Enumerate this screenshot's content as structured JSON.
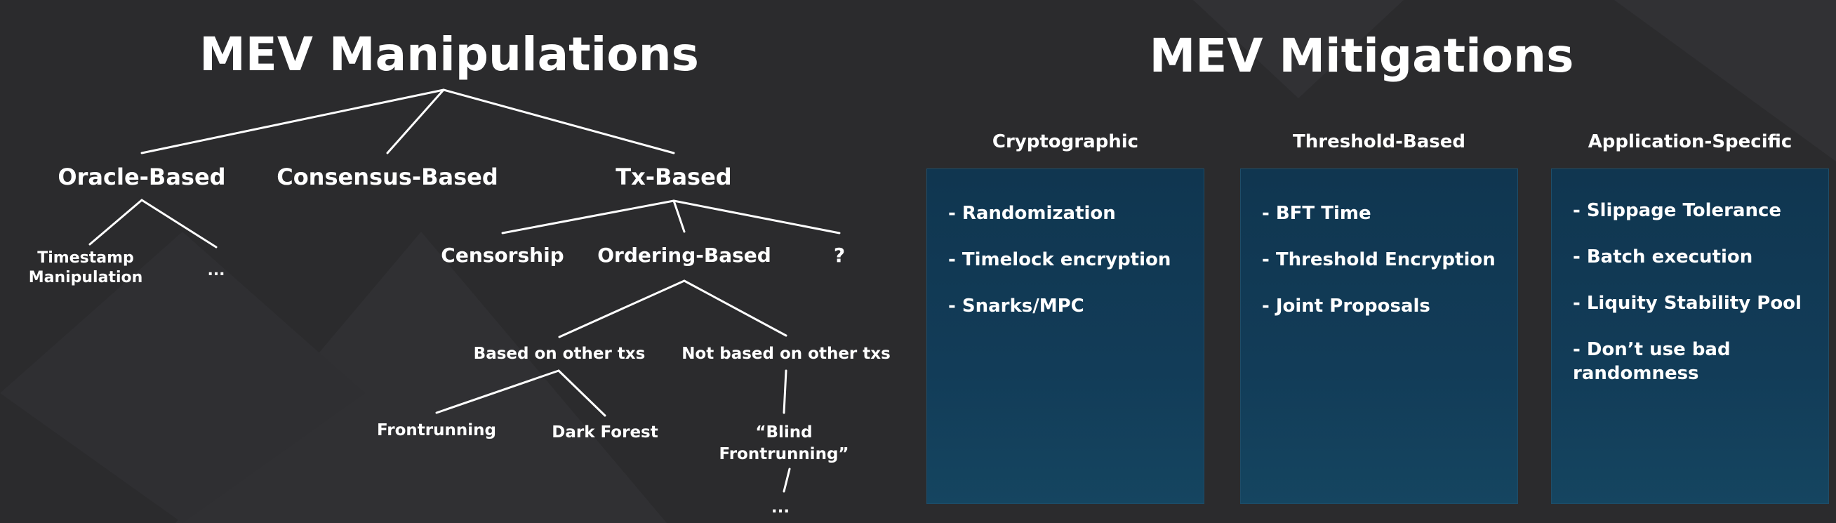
{
  "manipulations": {
    "title": "MEV Manipulations",
    "oracle_based": "Oracle-Based",
    "consensus_based": "Consensus-Based",
    "tx_based": "Tx-Based",
    "timestamp_manipulation": "Timestamp Manipulation",
    "oracle_more": "...",
    "censorship": "Censorship",
    "ordering_based": "Ordering-Based",
    "tx_unknown": "?",
    "based_on_other_txs": "Based on other txs",
    "not_based_on_other_txs": "Not based on other txs",
    "frontrunning": "Frontrunning",
    "dark_forest": "Dark Forest",
    "blind_frontrunning": "“Blind Frontrunning”",
    "blind_more": "..."
  },
  "mitigations": {
    "title": "MEV Mitigations",
    "columns": [
      {
        "heading": "Cryptographic",
        "items": [
          "- Randomization",
          "- Timelock encryption",
          "- Snarks/MPC"
        ]
      },
      {
        "heading": "Threshold-Based",
        "items": [
          "- BFT Time",
          "- Threshold Encryption",
          "- Joint Proposals"
        ]
      },
      {
        "heading": "Application-Specific",
        "items": [
          "- Slippage Tolerance",
          "- Batch execution",
          "- Liquity Stability Pool",
          "- Don’t use bad randomness"
        ]
      }
    ]
  },
  "colors": {
    "background": "#2b2b2d",
    "panel": "#123c58",
    "text": "#ffffff",
    "line": "#ffffff"
  }
}
